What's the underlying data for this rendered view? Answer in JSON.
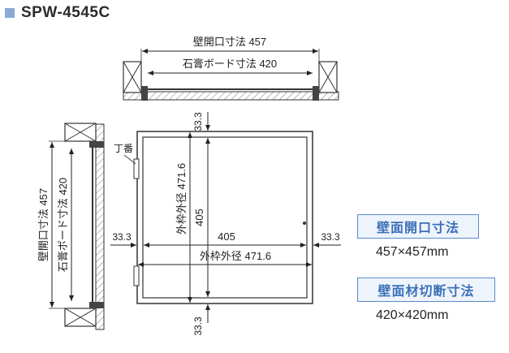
{
  "header": {
    "model": "SPW-4545C",
    "accent_color": "#8aaad6"
  },
  "top_view": {
    "wall_opening_label": "壁開口寸法 457",
    "board_label": "石膏ボード寸法 420"
  },
  "side_view": {
    "wall_opening_label": "壁開口寸法 457",
    "board_label": "石膏ボード寸法 420"
  },
  "front_view": {
    "hinge_label": "丁番",
    "top_margin": "33.3",
    "bottom_margin": "33.3",
    "left_margin": "33.3",
    "right_margin": "33.3",
    "inner_width": "405",
    "inner_height": "405",
    "outer_width_label": "外枠外径 471.6",
    "outer_height_label": "外枠外径 471.6"
  },
  "specs": [
    {
      "label": "壁面開口寸法",
      "value": "457×457mm"
    },
    {
      "label": "壁面材切断寸法",
      "value": "420×420mm"
    }
  ],
  "colors": {
    "line": "#333333",
    "panel_fill": "#ffffff",
    "hatch": "#777777",
    "box_border": "#5b8ac9",
    "box_text": "#3a6fb8"
  }
}
